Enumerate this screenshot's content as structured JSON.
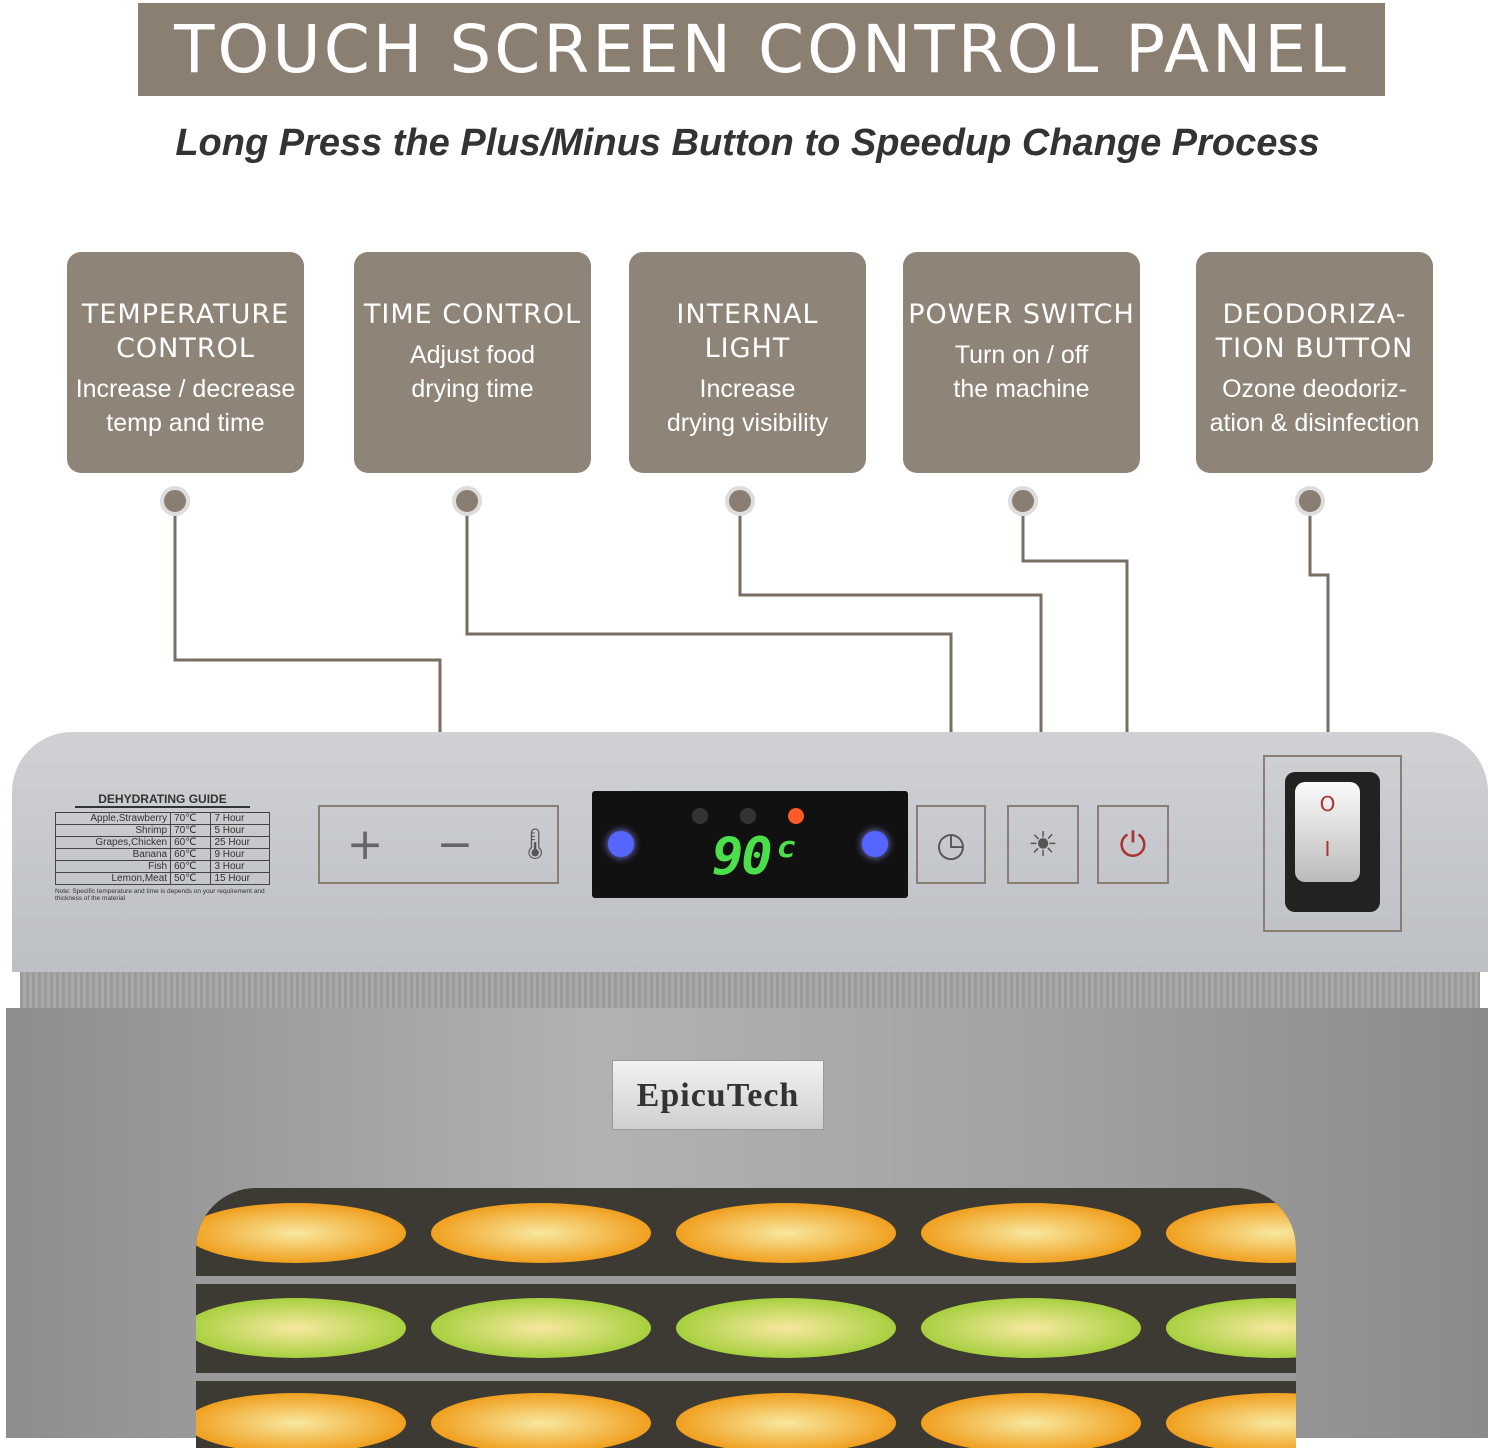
{
  "title": "TOUCH SCREEN CONTROL PANEL",
  "subtitle": "Long Press the Plus/Minus Button to Speedup Change Process",
  "features": [
    {
      "title": "TEMPERATURE CONTROL",
      "desc1": "Increase / decrease",
      "desc2": "temp and time"
    },
    {
      "title": "TIME CONTROL",
      "desc1": "Adjust food",
      "desc2": "drying time"
    },
    {
      "title": "INTERNAL LIGHT",
      "desc1": "Increase",
      "desc2": "drying visibility"
    },
    {
      "title": "POWER SWITCH",
      "desc1": "Turn on / off",
      "desc2": "the machine"
    },
    {
      "title": "DEODORIZA-TION BUTTON",
      "desc1": "Ozone deodoriz-",
      "desc2": "ation & disinfection"
    }
  ],
  "guide": {
    "title": "DEHYDRATING GUIDE",
    "rows": [
      [
        "Apple,Strawberry",
        "70℃",
        "7 Hour"
      ],
      [
        "Shrimp",
        "70℃",
        "5 Hour"
      ],
      [
        "Grapes,Chicken",
        "60℃",
        "25 Hour"
      ],
      [
        "Banana",
        "60℃",
        "9 Hour"
      ],
      [
        "Fish",
        "60℃",
        "3 Hour"
      ],
      [
        "Lemon,Meat",
        "50℃",
        "15 Hour"
      ]
    ],
    "note": "Note: Specific temperature and time is depends on your requirement and thickness of the material"
  },
  "display": {
    "value": "90ᶜ"
  },
  "icons": {
    "plus": "plus-icon",
    "minus": "minus-icon",
    "thermometer": "thermometer-icon",
    "clock": "clock-icon",
    "light": "light-bulb-icon",
    "power": "power-icon"
  },
  "rocker": {
    "on": "O",
    "off": "I"
  },
  "brand": "EpicuTech",
  "colors": {
    "accent": "#8b7f72",
    "display_green": "#4be04b",
    "power_red": "#a33"
  }
}
